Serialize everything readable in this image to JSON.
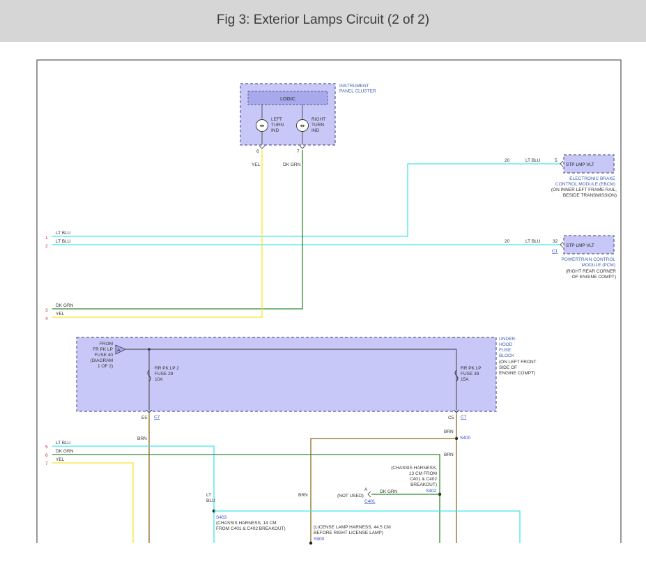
{
  "header": {
    "title": "Fig 3: Exterior Lamps Circuit (2 of 2)"
  },
  "colors": {
    "module_fill": "#c8c8f8",
    "module_border": "#5a5a8a",
    "logic_fill": "#a8a8ec",
    "yellow": "#f5e82a",
    "dark_green": "#2f8a2f",
    "light_blue": "#3ee8ee",
    "brown": "#8a6a1e",
    "link_blue": "#3050c0",
    "callout_blue": "#4060b0"
  },
  "ipc": {
    "name": "INSTRUMENT\nPANEL CLUSTER",
    "logic": "LOGIC",
    "left_ind": "LEFT\nTURN\nIND",
    "right_ind": "RIGHT\nTURN\nIND",
    "pin_left": "6",
    "pin_right": "7",
    "wire_left": "YEL",
    "wire_right": "DK GRN"
  },
  "ebcm": {
    "label": "STP LMP VLT",
    "pin": "5",
    "circuit": "20",
    "wire": "LT BLU",
    "name": "ELECTRONIC BRAKE\nCONTROL MODULE (EBCM)",
    "location": "(ON INNER LEFT FRAME RAIL,\nBESIDE TRANSMISSION)"
  },
  "pcm": {
    "label": "STP LMP VLT",
    "pin": "32",
    "connector": "C1",
    "circuit": "20",
    "wire": "LT BLU",
    "name": "POWERTRAIN CONTROL\nMODULE (PCM)",
    "location": "(RIGHT REAR CORNER\nOF ENGINE COMPT)"
  },
  "left_wires_top": [
    {
      "num": "1",
      "color": "LT BLU"
    },
    {
      "num": "2",
      "color": "LT BLU"
    },
    {
      "num": "3",
      "color": "DK GRN"
    },
    {
      "num": "4",
      "color": "YEL"
    }
  ],
  "fuse_block": {
    "name": "UNDER-\nHOOD\nFUSE\nBLOCK",
    "location": "(ON LEFT FRONT\nSIDE OF\nENGINE COMPT)",
    "from_text": "FROM\nFR PK LP\nFUSE 40\n(DIAGRAM\n1 OF 2)",
    "offpage": "A",
    "fuse_left": "RR PK LP 2\nFUSE 29\n10A",
    "fuse_right": "RR PK LP\nFUSE 39\n15A",
    "pin_left": "E5",
    "pin_right": "C5",
    "conn_left": "C7",
    "conn_right": "C7"
  },
  "left_wires_bottom": [
    {
      "num": "5",
      "color": "LT BLU"
    },
    {
      "num": "6",
      "color": "DK GRN"
    },
    {
      "num": "7",
      "color": "YEL"
    }
  ],
  "lower": {
    "brn_left": "BRN",
    "brn_right_top": "BRN",
    "brn_right_mid": "BRN",
    "brn_mid": "BRN",
    "s400": "S400",
    "s402": "S402",
    "s403": "S403",
    "s900": "S900",
    "lt_blu_vertical": "LT\nBLU",
    "chassis_note_1": "(CHASSIS HARNESS,\n13 CM FROM\nC401 & C402\nBREAKOUT)",
    "chassis_note_2": "(CHASSIS HARNESS, 14 CM\nFROM C401 & C402 BREAKOUT)",
    "license_note": "(LICENSE LAMP HARNESS, 44.5 CM\nBEFORE RIGHT LICENSE LAMP)",
    "not_used": "(NOT USED)",
    "not_used_pin": "A",
    "not_used_conn": "C401",
    "dk_grn_label": "DK GRN"
  }
}
